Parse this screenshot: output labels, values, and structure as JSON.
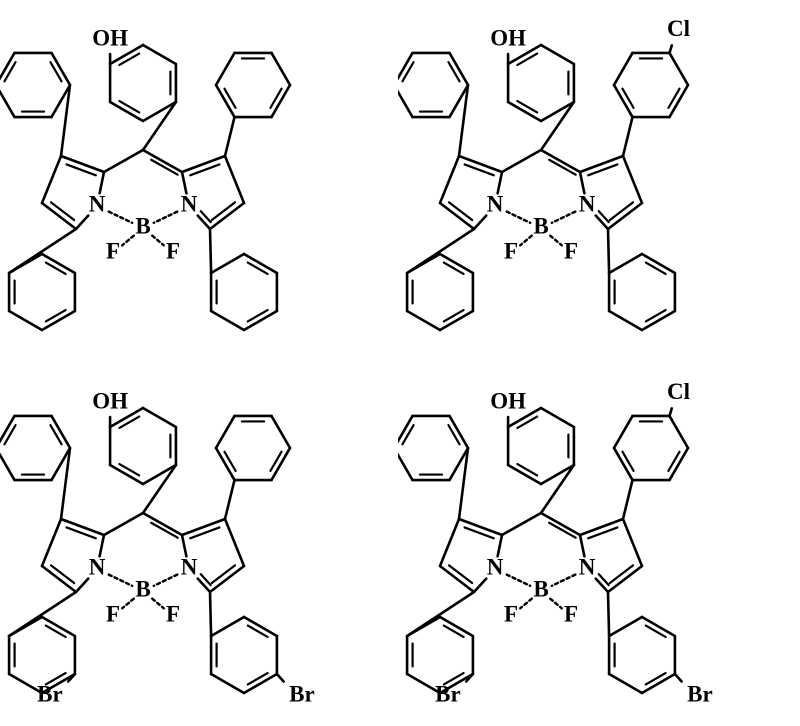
{
  "figure": {
    "title": "BODIPY dye structures",
    "type": "chemical-structure-diagram",
    "background_color": "#ffffff",
    "line_color": "#000000",
    "panel_count": 4,
    "layout": "2x2 grid"
  },
  "atom_labels": {
    "oh": "OH",
    "n": "N",
    "b": "B",
    "f": "F",
    "cl": "Cl",
    "br": "Br"
  },
  "structures": [
    {
      "id": "structure-top-left",
      "position": "top-left",
      "core": "BODIPY (4,4-difluoro-4-bora-3a,4a-diaza-s-indacene)",
      "meso_substituent": "4-hydroxyphenyl",
      "meso_label": "OH",
      "upper_aryl": "phenyl",
      "upper_label": "",
      "lower_aryl": "phenyl",
      "lower_label": "",
      "core_labels": {
        "n_left": "N",
        "n_right": "N",
        "boron": "B",
        "f_left": "F",
        "f_right": "F"
      }
    },
    {
      "id": "structure-top-right",
      "position": "top-right",
      "core": "BODIPY (4,4-difluoro-4-bora-3a,4a-diaza-s-indacene)",
      "meso_substituent": "4-hydroxyphenyl",
      "meso_label": "OH",
      "upper_aryl": "4-chlorophenyl",
      "upper_label": "Cl",
      "lower_aryl": "phenyl",
      "lower_label": "",
      "core_labels": {
        "n_left": "N",
        "n_right": "N",
        "boron": "B",
        "f_left": "F",
        "f_right": "F"
      }
    },
    {
      "id": "structure-bottom-left",
      "position": "bottom-left",
      "core": "BODIPY (4,4-difluoro-4-bora-3a,4a-diaza-s-indacene)",
      "meso_substituent": "4-hydroxyphenyl",
      "meso_label": "OH",
      "upper_aryl": "phenyl",
      "upper_label": "",
      "lower_aryl": "4-bromophenyl",
      "lower_label": "Br",
      "core_labels": {
        "n_left": "N",
        "n_right": "N",
        "boron": "B",
        "f_left": "F",
        "f_right": "F"
      }
    },
    {
      "id": "structure-bottom-right",
      "position": "bottom-right",
      "core": "BODIPY (4,4-difluoro-4-bora-3a,4a-diaza-s-indacene)",
      "meso_substituent": "4-hydroxyphenyl",
      "meso_label": "OH",
      "upper_aryl": "4-chlorophenyl",
      "upper_label": "Cl",
      "lower_aryl": "4-bromophenyl",
      "lower_label": "Br",
      "core_labels": {
        "n_left": "N",
        "n_right": "N",
        "boron": "B",
        "f_left": "F",
        "f_right": "F"
      }
    }
  ]
}
